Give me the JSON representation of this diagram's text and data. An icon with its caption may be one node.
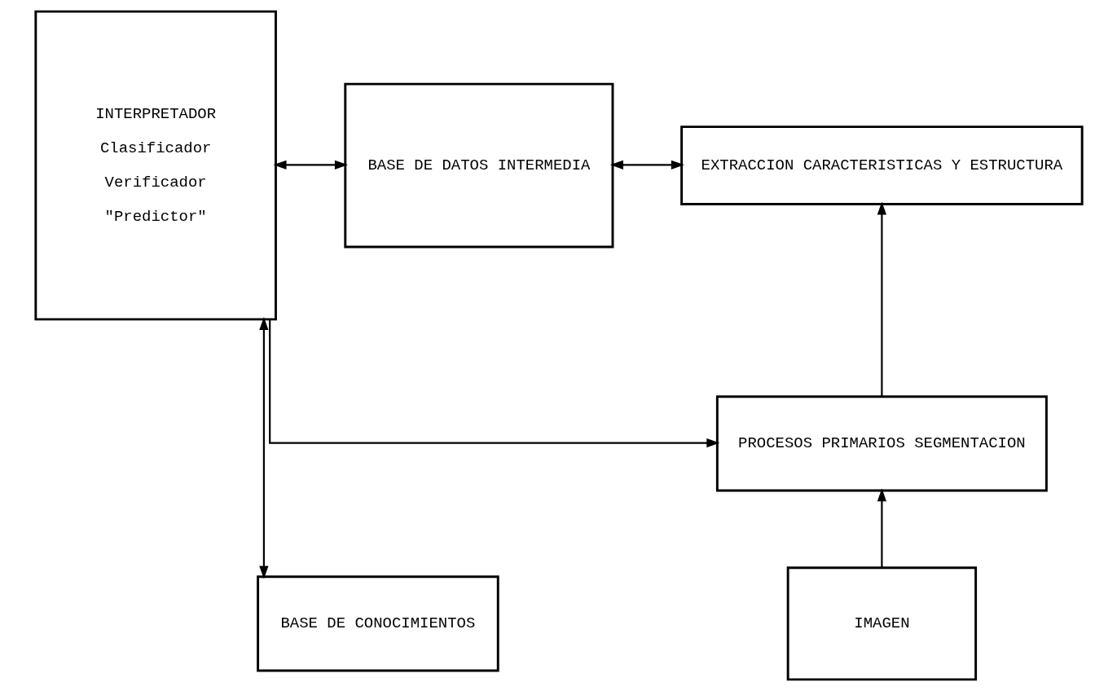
{
  "diagram": {
    "nodes": [
      {
        "text": [
          "EXTRACCION CARACTERISTICAS Y ESTRUCTURA"
        ]
      },
      {
        "text": [
          "BASE DE DATOS INTERMEDIA"
        ]
      },
      {
        "text": [
          "INTERPRETADOR",
          "Clasificador",
          "Verificador",
          "\"Predictor\""
        ]
      },
      {
        "text": [
          "PROCESOS PRIMARIOS SEGMENTACION"
        ]
      },
      {
        "text": [
          "BASE DE CONOCIMIENTOS"
        ]
      },
      {
        "text": [
          "IMAGEN"
        ]
      }
    ],
    "edges": [
      {
        "from": 0,
        "to": 1,
        "arrow": "both"
      },
      {
        "from": 1,
        "to": 2,
        "arrow": "both"
      },
      {
        "from": 3,
        "to": 0,
        "arrow": "to"
      },
      {
        "from": 5,
        "to": 3,
        "arrow": "to"
      },
      {
        "from": 2,
        "to": 3,
        "arrow": "to"
      },
      {
        "from": 2,
        "to": 4,
        "arrow": "both"
      }
    ]
  }
}
